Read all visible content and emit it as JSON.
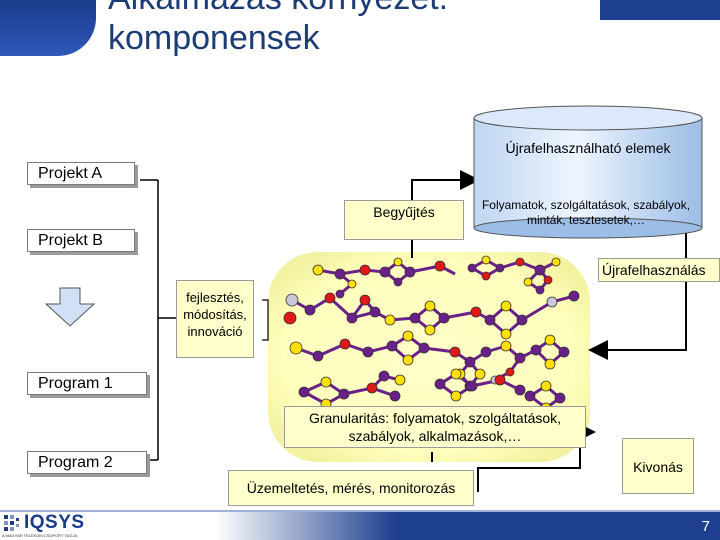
{
  "title": {
    "line1": "Alkalmazás környezet:",
    "line2": "komponensek"
  },
  "repository": {
    "title": "Újrafelhasználható elemek",
    "contents": "Folyamatok, szolgáltatások, szabályok, minták, tesztesetek,…"
  },
  "projects": [
    "Projekt A",
    "Projekt B"
  ],
  "programs": [
    "Program 1",
    "Program 2"
  ],
  "labels": {
    "collect": "Begyűjtés",
    "reuse": "Újrafelhasználás",
    "dev": "fejlesztés, módosítás, innováció",
    "granularity": "Granularitás: folyamatok, szolgáltatások, szabályok, alkalmazások,…",
    "operation": "Üzemeltetés, mérés, monitorozás",
    "extract": "Kivonás"
  },
  "footer": {
    "logo": "IQSYS",
    "logo_sub": "A MAGYAR TELEKOM CSOPORT TAGJA",
    "page": "7"
  },
  "colors": {
    "accent": "#1c3c78",
    "note_fill": "#ffffcc",
    "blob": "#ffffbe",
    "node_purple": "#6b1f8a",
    "node_red": "#e01818",
    "node_yellow": "#ffe000"
  }
}
